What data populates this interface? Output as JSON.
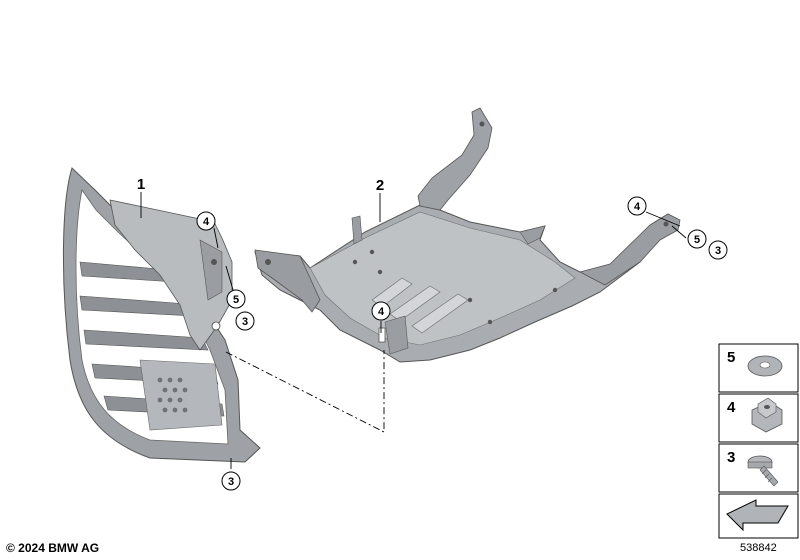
{
  "callouts": {
    "part_1": "1",
    "part_2": "2",
    "circ_4_left": "4",
    "circ_5_left": "5",
    "circ_3_left": "3",
    "circ_3_bottom": "3",
    "circ_4_mid": "4",
    "circ_4_right": "4",
    "circ_5_right": "5",
    "circ_3_right": "3"
  },
  "legend": {
    "item_5": "5",
    "item_4": "4",
    "item_3": "3"
  },
  "footer": {
    "copyright": "© 2024 BMW AG",
    "diagram_number": "538842"
  },
  "colors": {
    "part_fill": "#a9acb0",
    "part_dark": "#6e7276",
    "part_light": "#c9cbce",
    "line": "#000000"
  }
}
